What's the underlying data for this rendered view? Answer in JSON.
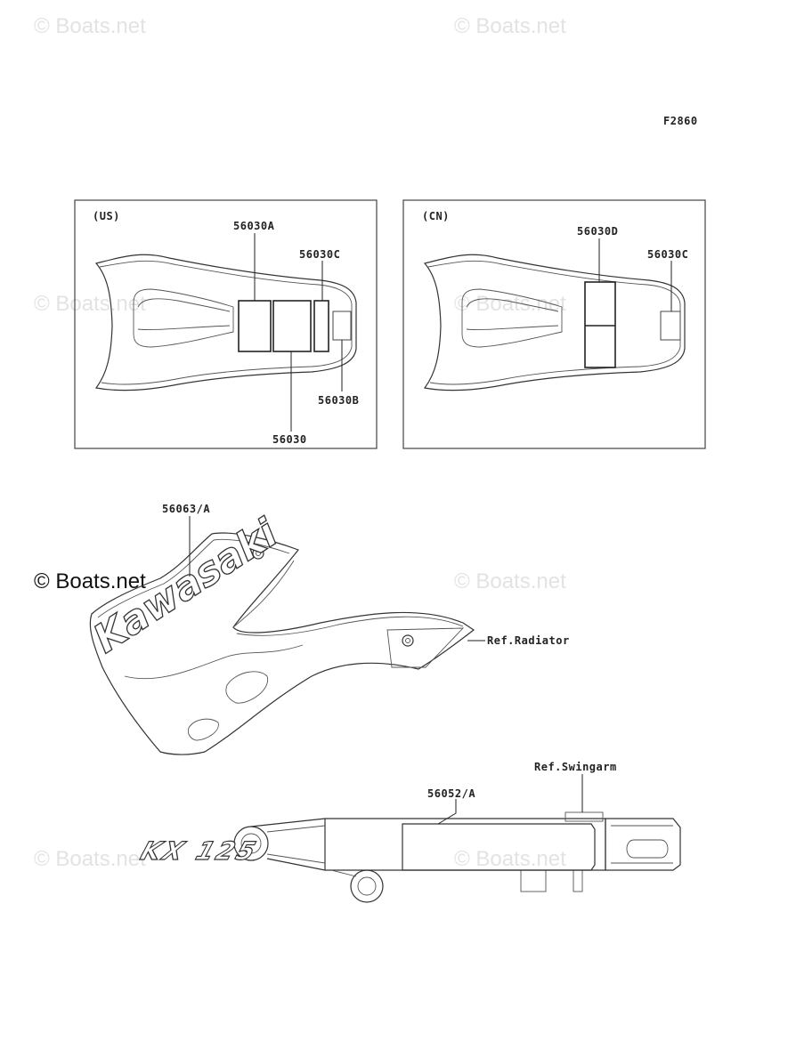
{
  "figure_code": "F2860",
  "watermark": "© Boats.net",
  "panels": {
    "us": {
      "region": "(US)",
      "labels": [
        "56030A",
        "56030C",
        "56030B",
        "56030"
      ]
    },
    "cn": {
      "region": "(CN)",
      "labels": [
        "56030D",
        "56030C"
      ]
    }
  },
  "radiator": {
    "part_label": "56063/A",
    "ref_label": "Ref.Radiator",
    "decal_text": "Kawasaki"
  },
  "swingarm": {
    "part_label": "56052/A",
    "ref_label": "Ref.Swingarm",
    "decal_text": "KX 125"
  }
}
